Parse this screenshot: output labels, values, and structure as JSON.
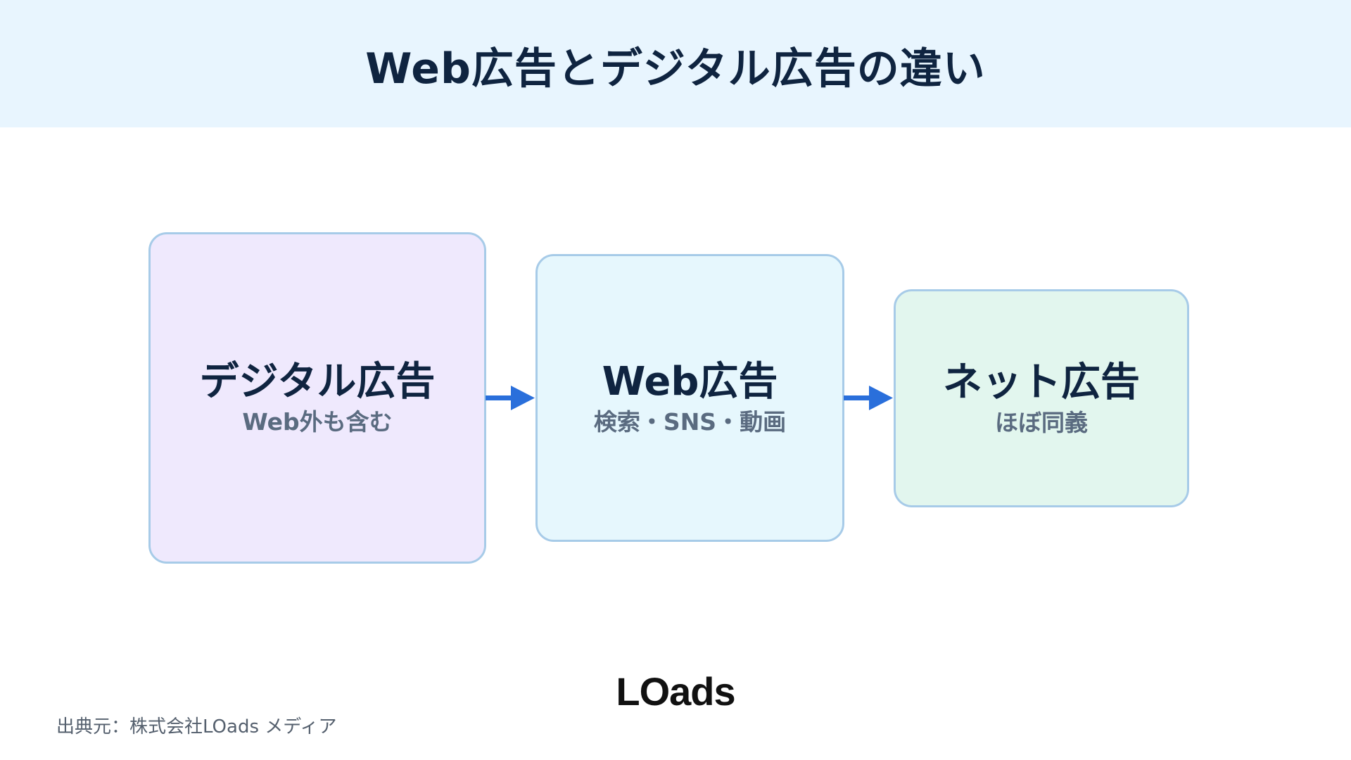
{
  "header": {
    "title": "Web広告とデジタル広告の違い"
  },
  "diagram": {
    "boxes": [
      {
        "title": "デジタル広告",
        "subtitle": "Web外も含む",
        "color": "#efe9fd"
      },
      {
        "title": "Web広告",
        "subtitle": "検索・SNS・動画",
        "color": "#e6f7fd"
      },
      {
        "title": "ネット広告",
        "subtitle": "ほぼ同義",
        "color": "#e2f6ee"
      }
    ],
    "arrow_color": "#2a6fdb",
    "border_color": "#a7cbe8"
  },
  "footer": {
    "logo": "LOads",
    "source": "出典元：株式会社LOads メディア"
  }
}
